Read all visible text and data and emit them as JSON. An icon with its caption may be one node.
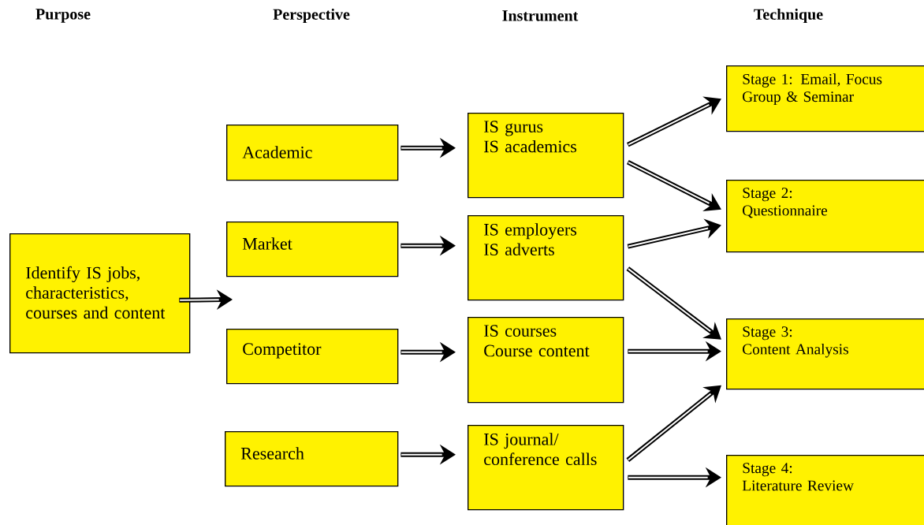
{
  "diagram": {
    "nodes": [
      {
        "text": [
          "Identify IS jobs, characteristics, courses and content"
        ]
      },
      {
        "text": [
          "Academic"
        ]
      },
      {
        "text": [
          "Market"
        ]
      },
      {
        "text": [
          "Competitor"
        ]
      },
      {
        "text": [
          "Research"
        ]
      },
      {
        "text": [
          "IS gurus",
          "IS academics"
        ]
      },
      {
        "text": [
          "IS employers",
          "IS adverts"
        ]
      },
      {
        "text": [
          "IS courses",
          "Course content"
        ]
      },
      {
        "text": [
          "IS journal/ conference calls"
        ]
      },
      {
        "text": [
          "Stage 1: Email, Focus Group & Seminar"
        ]
      },
      {
        "text": [
          "Stage 2:",
          "Questionnaire"
        ]
      },
      {
        "text": [
          "Stage 3:",
          "Content Analysis"
        ]
      },
      {
        "text": [
          "Stage 4:",
          "Literature Review"
        ]
      }
    ],
    "edges": [
      {
        "from": 0,
        "to": null,
        "arrow": "to"
      },
      {
        "from": 1,
        "to": 5,
        "arrow": "to"
      },
      {
        "from": 2,
        "to": 6,
        "arrow": "to"
      },
      {
        "from": 3,
        "to": 7,
        "arrow": "to"
      },
      {
        "from": 4,
        "to": 8,
        "arrow": "to"
      },
      {
        "from": 5,
        "to": 9,
        "arrow": "to"
      },
      {
        "from": 5,
        "to": 10,
        "arrow": "to"
      },
      {
        "from": 6,
        "to": 10,
        "arrow": "to"
      },
      {
        "from": 6,
        "to": 11,
        "arrow": "to"
      },
      {
        "from": 7,
        "to": 11,
        "arrow": "to"
      },
      {
        "from": 8,
        "to": 11,
        "arrow": "to"
      },
      {
        "from": 8,
        "to": 12,
        "arrow": "to"
      }
    ],
    "labels": [
      "Purpose",
      "Perspective",
      "Instrument",
      "Technique"
    ]
  }
}
